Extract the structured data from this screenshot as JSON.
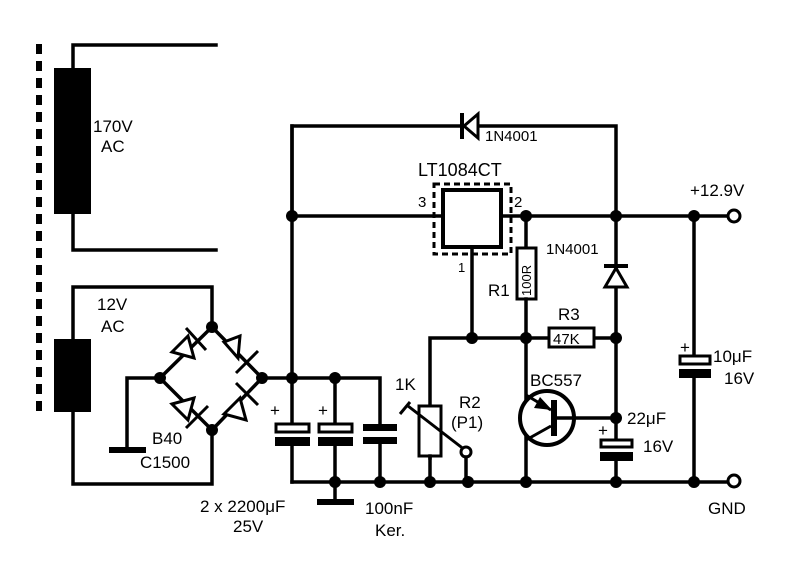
{
  "diagram": {
    "type": "circuit-schematic",
    "title": "",
    "transformer": {
      "primary_label_1": "170V",
      "primary_label_2": "AC",
      "secondary_label_1": "12V",
      "secondary_label_2": "AC"
    },
    "rectifier": {
      "label_1": "B40",
      "label_2": "C1500"
    },
    "input_caps": {
      "label_1": "2 x 2200μF",
      "label_2": "25V",
      "plus": "+"
    },
    "ceramic_cap": {
      "label_1": "100nF",
      "label_2": "Ker."
    },
    "regulator": {
      "name": "LT1084CT",
      "pin_in": "3",
      "pin_out": "2",
      "pin_adj": "1"
    },
    "top_diode": {
      "label": "1N4001"
    },
    "side_diode": {
      "label": "1N4001"
    },
    "r1": {
      "name": "R1",
      "value": "100R"
    },
    "r3": {
      "name": "R3",
      "value": "47K"
    },
    "pot": {
      "value": "1K",
      "name": "R2",
      "alias": "(P1)"
    },
    "transistor": {
      "name": "BC557"
    },
    "cap_22": {
      "value": "22μF",
      "voltage": "16V",
      "plus": "+"
    },
    "cap_10": {
      "value": "10μF",
      "voltage": "16V",
      "plus": "+"
    },
    "output": {
      "positive": "+12.9V",
      "ground": "GND"
    }
  }
}
